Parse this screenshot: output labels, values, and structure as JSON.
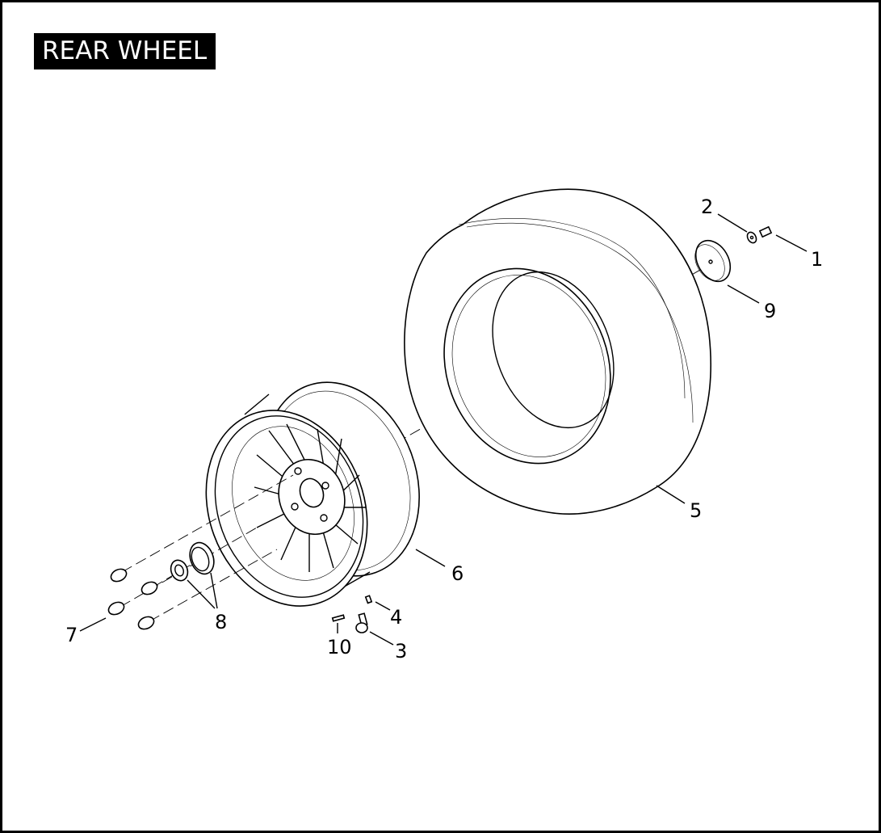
{
  "diagram": {
    "title": "REAR WHEEL",
    "callouts": [
      "1",
      "2",
      "3",
      "4",
      "5",
      "6",
      "7",
      "8",
      "9",
      "10"
    ]
  }
}
